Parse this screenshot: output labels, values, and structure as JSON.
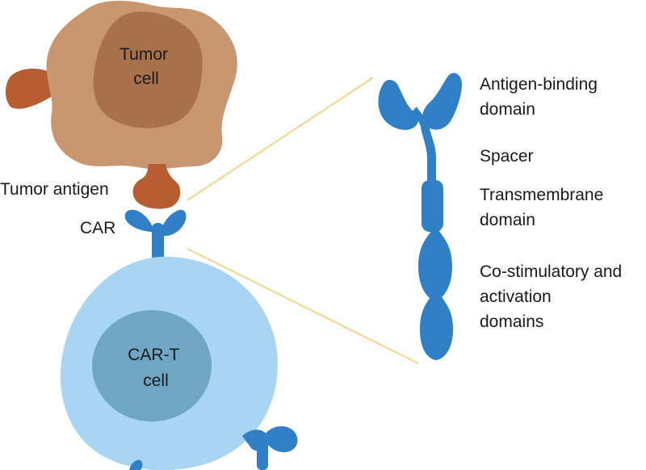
{
  "colors": {
    "tumor_outer": "#c9976f",
    "tumor_nucleus": "#a8714c",
    "antigen": "#b75e30",
    "car_blue": "#2f80c6",
    "tcell_outer": "#a8d6f2",
    "tcell_nucleus": "#6fa6c4",
    "zoom_line": "#f0d58c"
  },
  "labels": {
    "tumor_cell": [
      "Tumor",
      "cell"
    ],
    "tumor_antigen": "Tumor antigen",
    "car": "CAR",
    "cart_cell": [
      "CAR-T",
      "cell"
    ],
    "antigen_binding": [
      "Antigen-binding",
      "domain"
    ],
    "spacer": "Spacer",
    "transmembrane": [
      "Transmembrane",
      "domain"
    ],
    "costim": [
      "Co-stimulatory and",
      "activation",
      "domains"
    ]
  }
}
